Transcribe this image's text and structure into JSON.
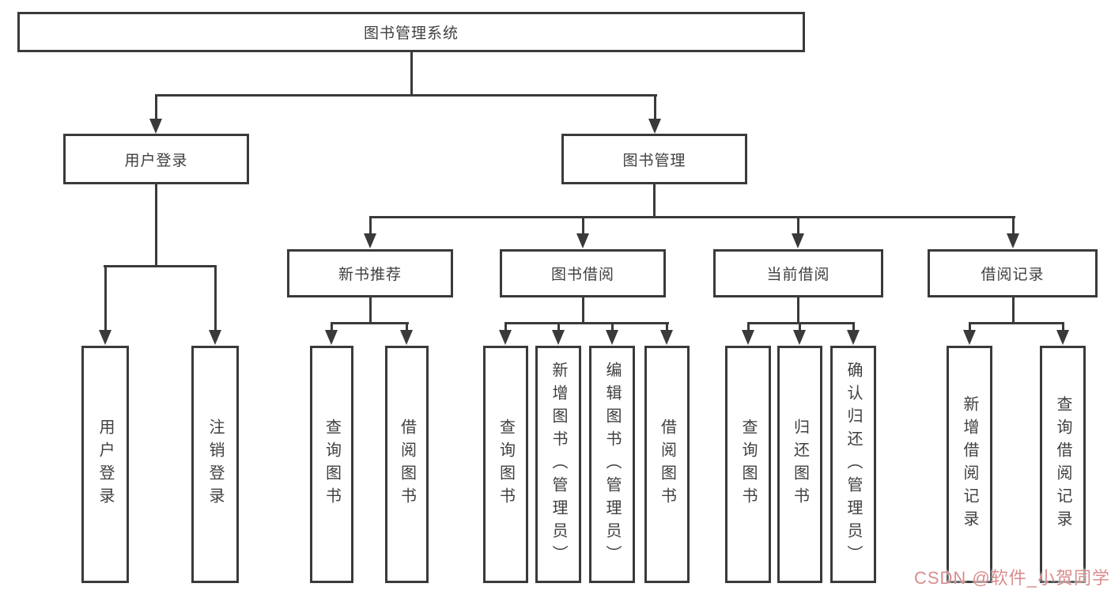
{
  "colors": {
    "line": "#3a3a3a",
    "box_border": "#3a3a3a",
    "box_background": "#ffffff",
    "text": "#404040",
    "watermark": "#d98d8d"
  },
  "watermark": {
    "text": "CSDN @软件_小贺同学"
  },
  "tree": {
    "label": "图书管理系统",
    "children": [
      {
        "label": "用户登录",
        "children": [
          {
            "label": "用户登录"
          },
          {
            "label": "注销登录"
          }
        ]
      },
      {
        "label": "图书管理",
        "children": [
          {
            "label": "新书推荐",
            "children": [
              {
                "label": "查询图书"
              },
              {
                "label": "借阅图书"
              }
            ]
          },
          {
            "label": "图书借阅",
            "children": [
              {
                "label": "查询图书"
              },
              {
                "label": "新增图书（管理员）"
              },
              {
                "label": "编辑图书（管理员）"
              },
              {
                "label": "借阅图书"
              }
            ]
          },
          {
            "label": "当前借阅",
            "children": [
              {
                "label": "查询图书"
              },
              {
                "label": "归还图书"
              },
              {
                "label": "确认归还（管理员）"
              }
            ]
          },
          {
            "label": "借阅记录",
            "children": [
              {
                "label": "新增借阅记录"
              },
              {
                "label": "查询借阅记录"
              }
            ]
          }
        ]
      }
    ]
  }
}
